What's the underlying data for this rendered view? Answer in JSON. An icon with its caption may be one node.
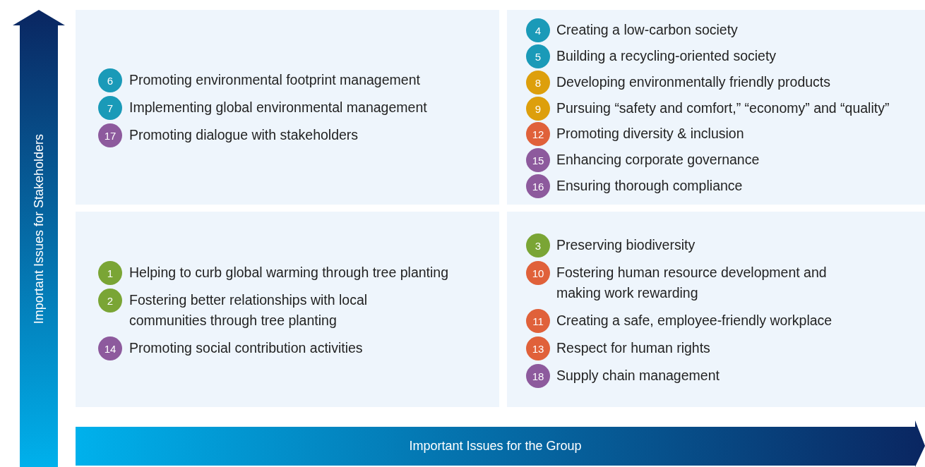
{
  "diagram": {
    "nodes": [
      {
        "text": [],
        "shape": "box"
      },
      {
        "text": [
          "6"
        ],
        "beside": [
          "Promoting environmental footprint management"
        ],
        "in": 0
      },
      {
        "text": [
          "7"
        ],
        "beside": [
          "Implementing global environmental management"
        ],
        "in": 0
      },
      {
        "text": [
          "17"
        ],
        "beside": [
          "Promoting dialogue with stakeholders"
        ],
        "in": 0
      },
      {
        "text": [],
        "shape": "box"
      },
      {
        "text": [
          "4"
        ],
        "beside": [
          "Creating a low-carbon society"
        ],
        "in": 4
      },
      {
        "text": [
          "5"
        ],
        "beside": [
          "Building a recycling-oriented society"
        ],
        "in": 4
      },
      {
        "text": [
          "8"
        ],
        "beside": [
          "Developing environmentally friendly products"
        ],
        "in": 4
      },
      {
        "text": [
          "9"
        ],
        "beside": [
          "Pursuing “safety and comfort,” “economy” and “quality”"
        ],
        "in": 4
      },
      {
        "text": [
          "12"
        ],
        "beside": [
          "Promoting diversity & inclusion"
        ],
        "in": 4
      },
      {
        "text": [
          "15"
        ],
        "beside": [
          "Enhancing corporate governance"
        ],
        "in": 4
      },
      {
        "text": [
          "16"
        ],
        "beside": [
          "Ensuring thorough compliance"
        ],
        "in": 4
      },
      {
        "text": [],
        "shape": "box"
      },
      {
        "text": [
          "1"
        ],
        "beside": [
          "Helping to curb global warming through tree planting"
        ],
        "in": 12
      },
      {
        "text": [
          "2"
        ],
        "beside": [
          "Fostering better relationships with local communities through tree planting"
        ],
        "in": 12
      },
      {
        "text": [
          "14"
        ],
        "beside": [
          "Promoting social contribution activities"
        ],
        "in": 12
      },
      {
        "text": [],
        "shape": "box"
      },
      {
        "text": [
          "3"
        ],
        "beside": [
          "Preserving biodiversity"
        ],
        "in": 16
      },
      {
        "text": [
          "10"
        ],
        "beside": [
          "Fostering human resource development and making work rewarding"
        ],
        "in": 16
      },
      {
        "text": [
          "11"
        ],
        "beside": [
          "Creating a safe, employee-friendly workplace"
        ],
        "in": 16
      },
      {
        "text": [
          "13"
        ],
        "beside": [
          "Respect for human rights"
        ],
        "in": 16
      },
      {
        "text": [
          "18"
        ],
        "beside": [
          "Supply chain management"
        ],
        "in": 16
      }
    ],
    "labels": [
      "Important Issues for Stakeholders",
      "Important Issues for the Group"
    ]
  }
}
